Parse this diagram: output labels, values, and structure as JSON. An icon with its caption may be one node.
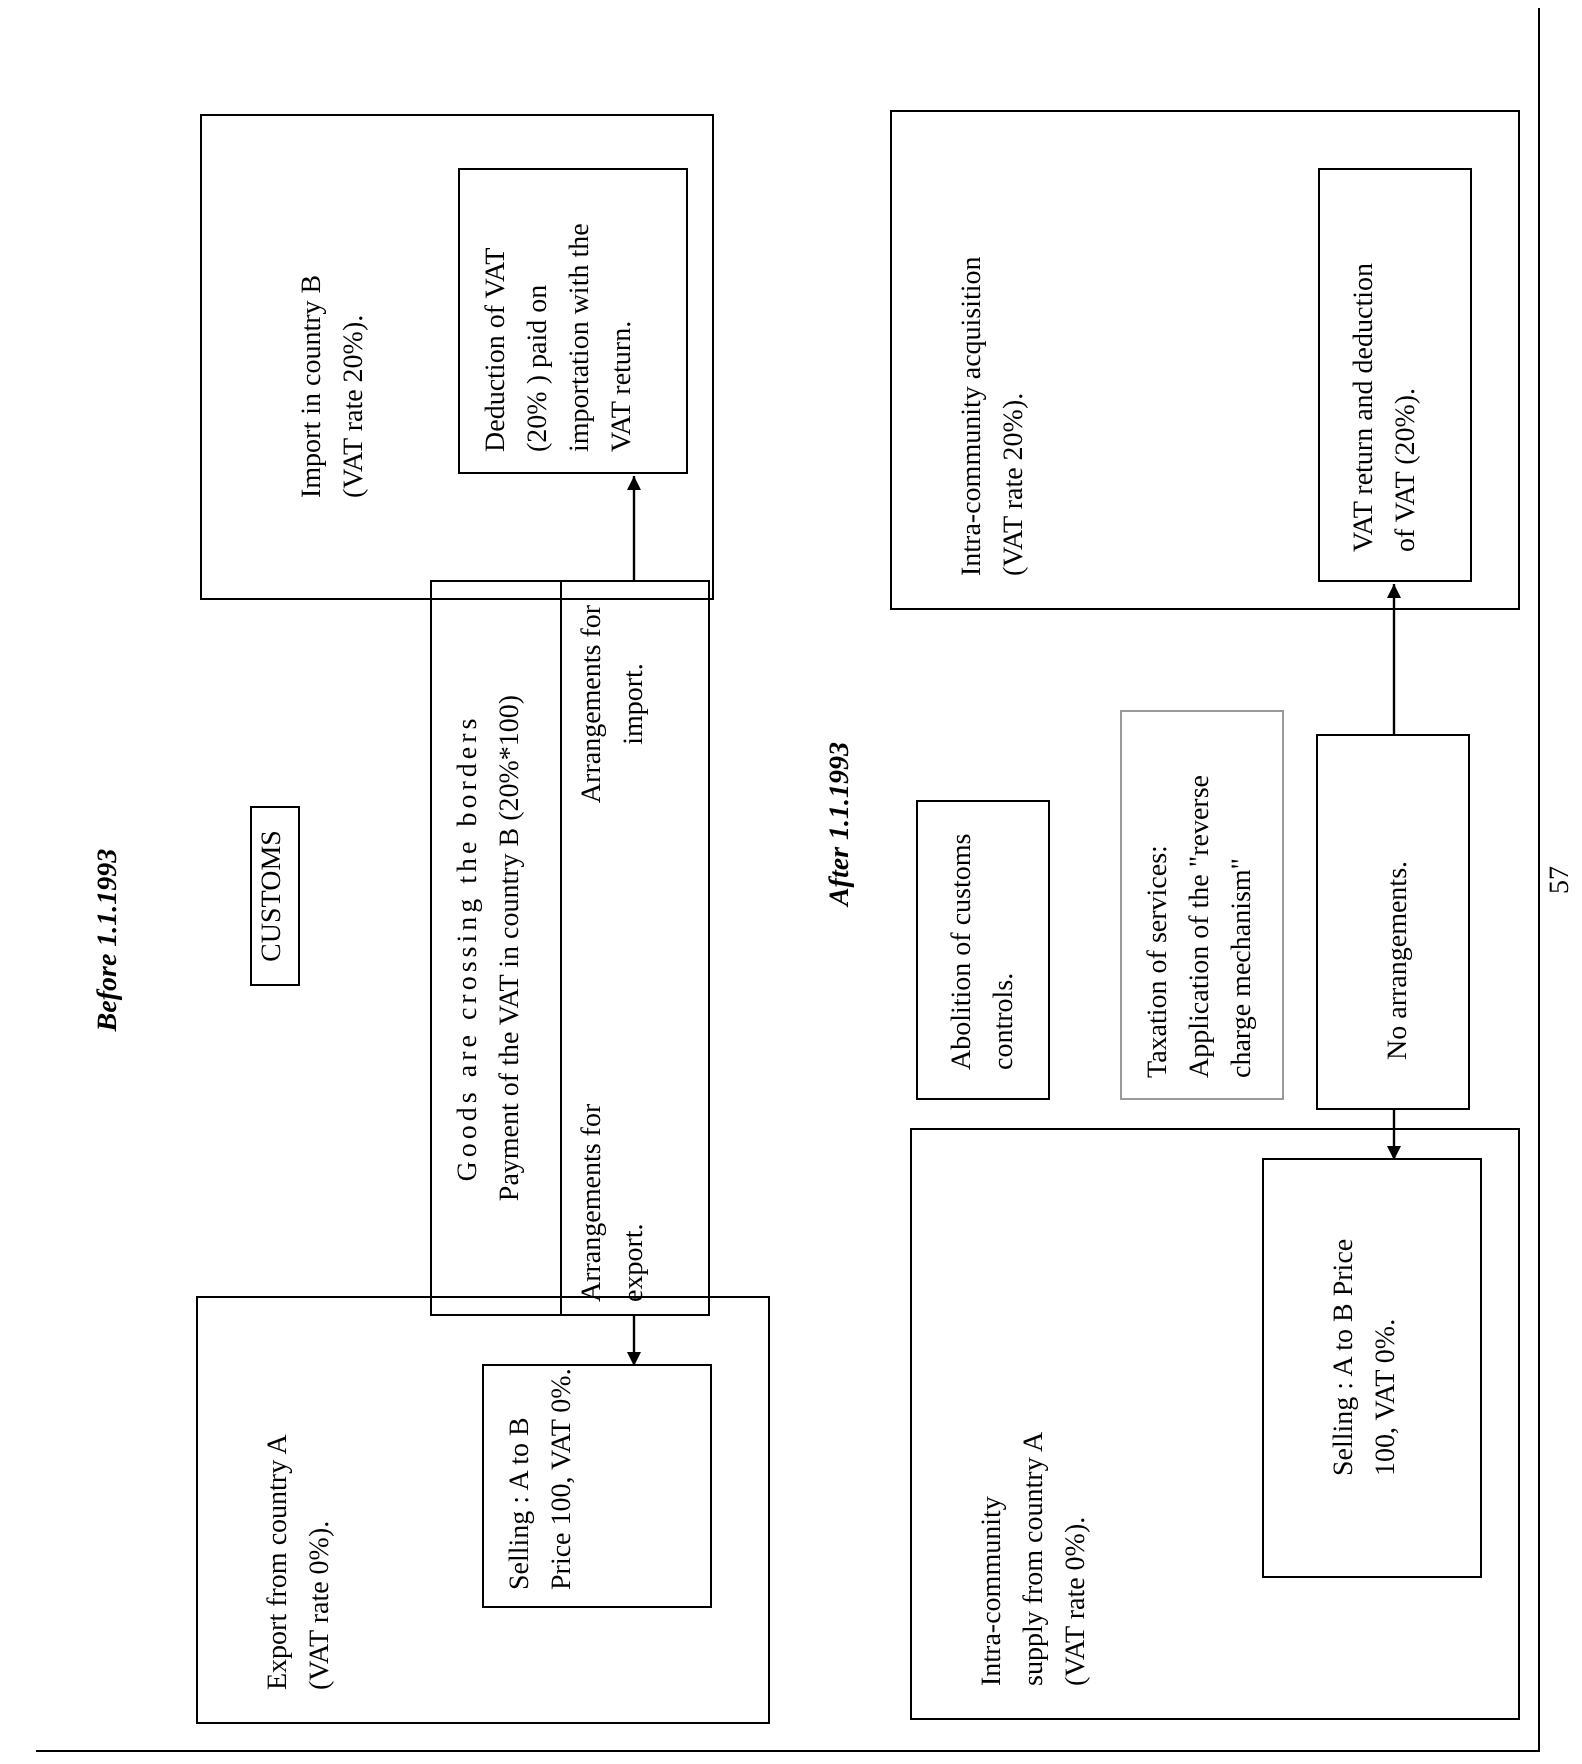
{
  "diagram": {
    "nodes": [
      {
        "text": [
          "Export from country A (VAT rate 0%)."
        ]
      },
      {
        "text": [
          "Selling : A to B Price 100, VAT 0%."
        ],
        "in": 0
      },
      {
        "text": [
          "CUSTOMS"
        ]
      },
      {
        "text": [
          "Goods are crossing the borders",
          "Payment of the VAT in country B (20%*100)",
          "Arrangements for export.",
          "Arrangements for import."
        ]
      },
      {
        "text": [
          "Import in country B (VAT rate 20%)."
        ]
      },
      {
        "text": [
          "Deduction of VAT (20% ) paid on importation with the VAT return."
        ],
        "in": 4
      },
      {
        "text": [
          "Intra-community supply from country A (VAT rate 0%)."
        ]
      },
      {
        "text": [
          "Selling : A to B Price 100, VAT 0%."
        ],
        "in": 6
      },
      {
        "text": [
          "Abolition of customs controls."
        ]
      },
      {
        "text": [
          "Taxation of services: Application of the \"reverse charge mechanism\""
        ]
      },
      {
        "text": [
          "No arrangements."
        ]
      },
      {
        "text": [
          "Intra-community acquisition (VAT rate 20%)."
        ]
      },
      {
        "text": [
          "VAT return and deduction of VAT (20%)."
        ],
        "in": 11
      }
    ],
    "edges": [
      {
        "from": 3,
        "to": 1,
        "arrow": "to"
      },
      {
        "from": 3,
        "to": 5,
        "arrow": "to"
      },
      {
        "from": 10,
        "to": 12,
        "arrow": "to"
      },
      {
        "from": 10,
        "to": 7,
        "arrow": "to"
      }
    ],
    "labels": [
      "Before 1.1.1993",
      "After 1.1.1993",
      "57"
    ]
  }
}
